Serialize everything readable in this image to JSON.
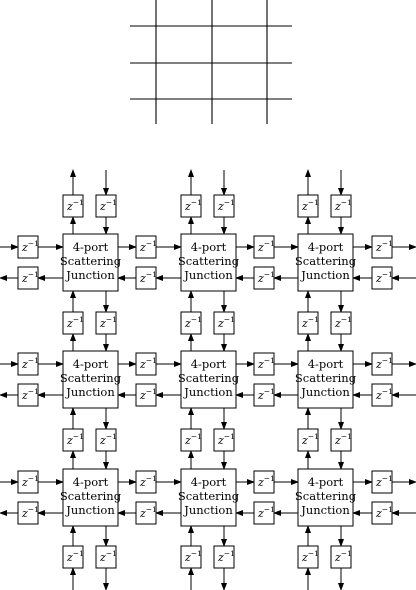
{
  "junction": {
    "line1": "4-port",
    "line2": "Scattering",
    "line3": "Junction"
  },
  "delay": {
    "base": "z",
    "exponent": "−1"
  },
  "mesh": {
    "rows": 3,
    "cols": 3
  },
  "preview_grid": {
    "horizontal_lines": 3,
    "vertical_lines": 3
  }
}
